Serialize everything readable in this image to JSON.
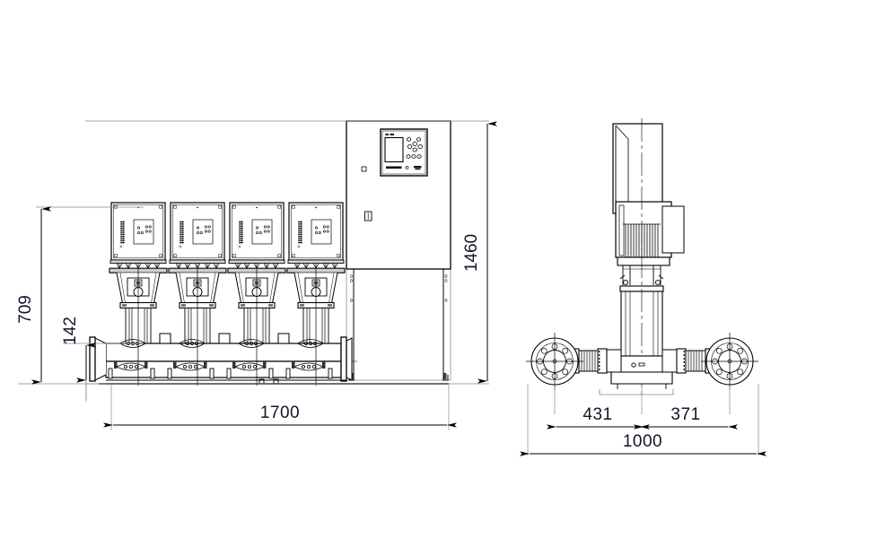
{
  "drawing": {
    "type": "technical-dimensioned-drawing",
    "subject": "Booster set with four vertical multistage pumps, control cabinet and manifolds",
    "views": [
      {
        "id": "front-view",
        "name": "Front elevation"
      },
      {
        "id": "side-view",
        "name": "Side elevation"
      }
    ],
    "background_color": "#ffffff",
    "line_color": "#000000",
    "dim_text_color": "#14142b"
  },
  "dimensions": {
    "overall_width": "1700",
    "overall_height": "1460",
    "pump_height": "709",
    "manifold_height": "142",
    "side_left": "431",
    "side_right": "371",
    "side_total": "1000"
  },
  "front_view": {
    "pumps": [
      {
        "index": 1,
        "label": "pump-1"
      },
      {
        "index": 2,
        "label": "pump-2"
      },
      {
        "index": 3,
        "label": "pump-3"
      },
      {
        "index": 4,
        "label": "pump-4"
      }
    ],
    "cabinet": {
      "name": "control-cabinet",
      "panel": {
        "name": "operator-panel",
        "display": "display-screen",
        "buttons": "keypad-buttons",
        "brand": "brand-mark"
      }
    },
    "manifold": {
      "suction": "suction-manifold",
      "discharge": "discharge-manifold",
      "flange_left": "flange-left",
      "flange_right": "flange-right"
    }
  },
  "side_view": {
    "motor": "motor-assembly",
    "vfd": "vfd-enclosure",
    "pump_body": "pump-chamber-stack",
    "base": "base-frame",
    "flange_left": "side-flange-left",
    "flange_right": "side-flange-right",
    "valve_left": "side-valve-left",
    "valve_right": "side-valve-right"
  }
}
